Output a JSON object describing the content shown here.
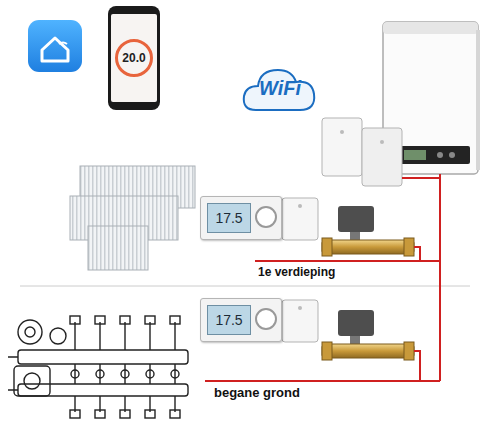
{
  "diagram": {
    "nodes": [
      {
        "text": [
          "20.0"
        ]
      },
      {
        "text": [
          "17.5"
        ]
      },
      {
        "text": [
          "17.5"
        ]
      }
    ],
    "labels": [
      "WiFi",
      "1e verdieping",
      "begane grond"
    ]
  }
}
